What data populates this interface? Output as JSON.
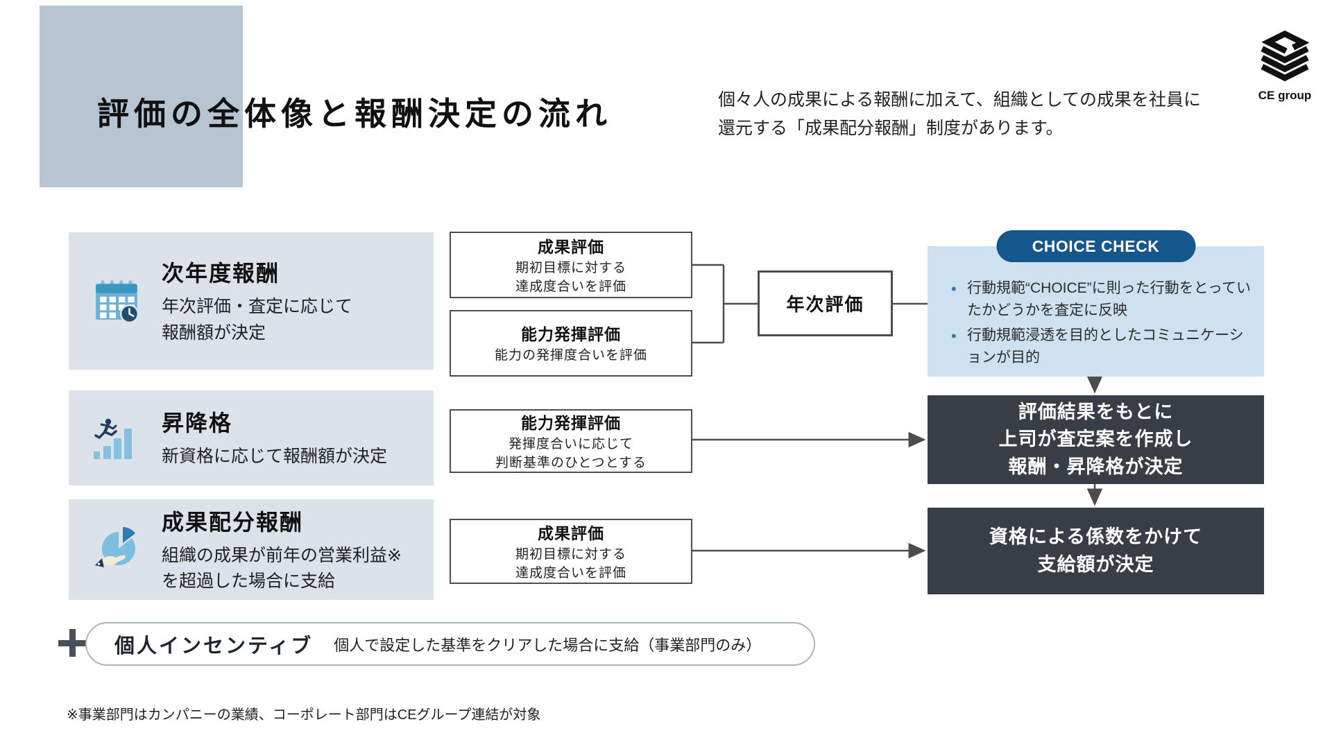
{
  "title": "評価の全体像と報酬決定の流れ",
  "intro": "個々人の成果による報酬に加えて、組織としての成果を社員に\n還元する「成果配分報酬」制度があります。",
  "logo_text": "CE group",
  "categories": [
    {
      "title": "次年度報酬",
      "desc": "年次評価・査定に応じて\n報酬額が決定"
    },
    {
      "title": "昇降格",
      "desc": "新資格に応じて報酬額が決定"
    },
    {
      "title": "成果配分報酬",
      "desc": "組織の成果が前年の営業利益※\nを超過した場合に支給"
    }
  ],
  "eval_boxes": [
    {
      "title": "成果評価",
      "desc": "期初目標に対する\n達成度合いを評価"
    },
    {
      "title": "能力発揮評価",
      "desc": "能力の発揮度合いを評価"
    },
    {
      "title": "能力発揮評価",
      "desc": "発揮度合いに応じて\n判断基準のひとつとする"
    },
    {
      "title": "成果評価",
      "desc": "期初目標に対する\n達成度合いを評価"
    }
  ],
  "annual_label": "年次評価",
  "choice_badge": "CHOICE CHECK",
  "choice_bullets": [
    "行動規範“CHOICE”に則った行動をとっていたかどうかを査定に反映",
    "行動規範浸透を目的としたコミュニケーションが目的"
  ],
  "result_boxes": [
    "評価結果をもとに\n上司が査定案を作成し\n報酬・昇降格が決定",
    "資格による係数をかけて\n支給額が決定"
  ],
  "incentive_title": "個人インセンティブ",
  "incentive_desc": "個人で設定した基準をクリアした場合に支給（事業部門のみ）",
  "footnote": "※事業部門はカンパニーの業績、コーポレート部門はCEグループ連結が対象",
  "icons": {
    "category_icons": [
      "calendar-clock-icon",
      "promotion-chart-icon",
      "profit-share-pie-icon"
    ],
    "plus": "plus-icon",
    "logo": "ce-group-cube-icon"
  },
  "colors": {
    "title_block": "#b7c4d2",
    "category_box_bg": "#dbe2e9",
    "choice_panel_bg": "#cde1f0",
    "choice_badge_bg": "#15568c",
    "dark_box_bg": "#383d46",
    "connector": "#4d4d4d",
    "accent_blue": "#2e7cb5",
    "icon_light_blue": "#7cbede",
    "icon_navy": "#223a5e"
  }
}
